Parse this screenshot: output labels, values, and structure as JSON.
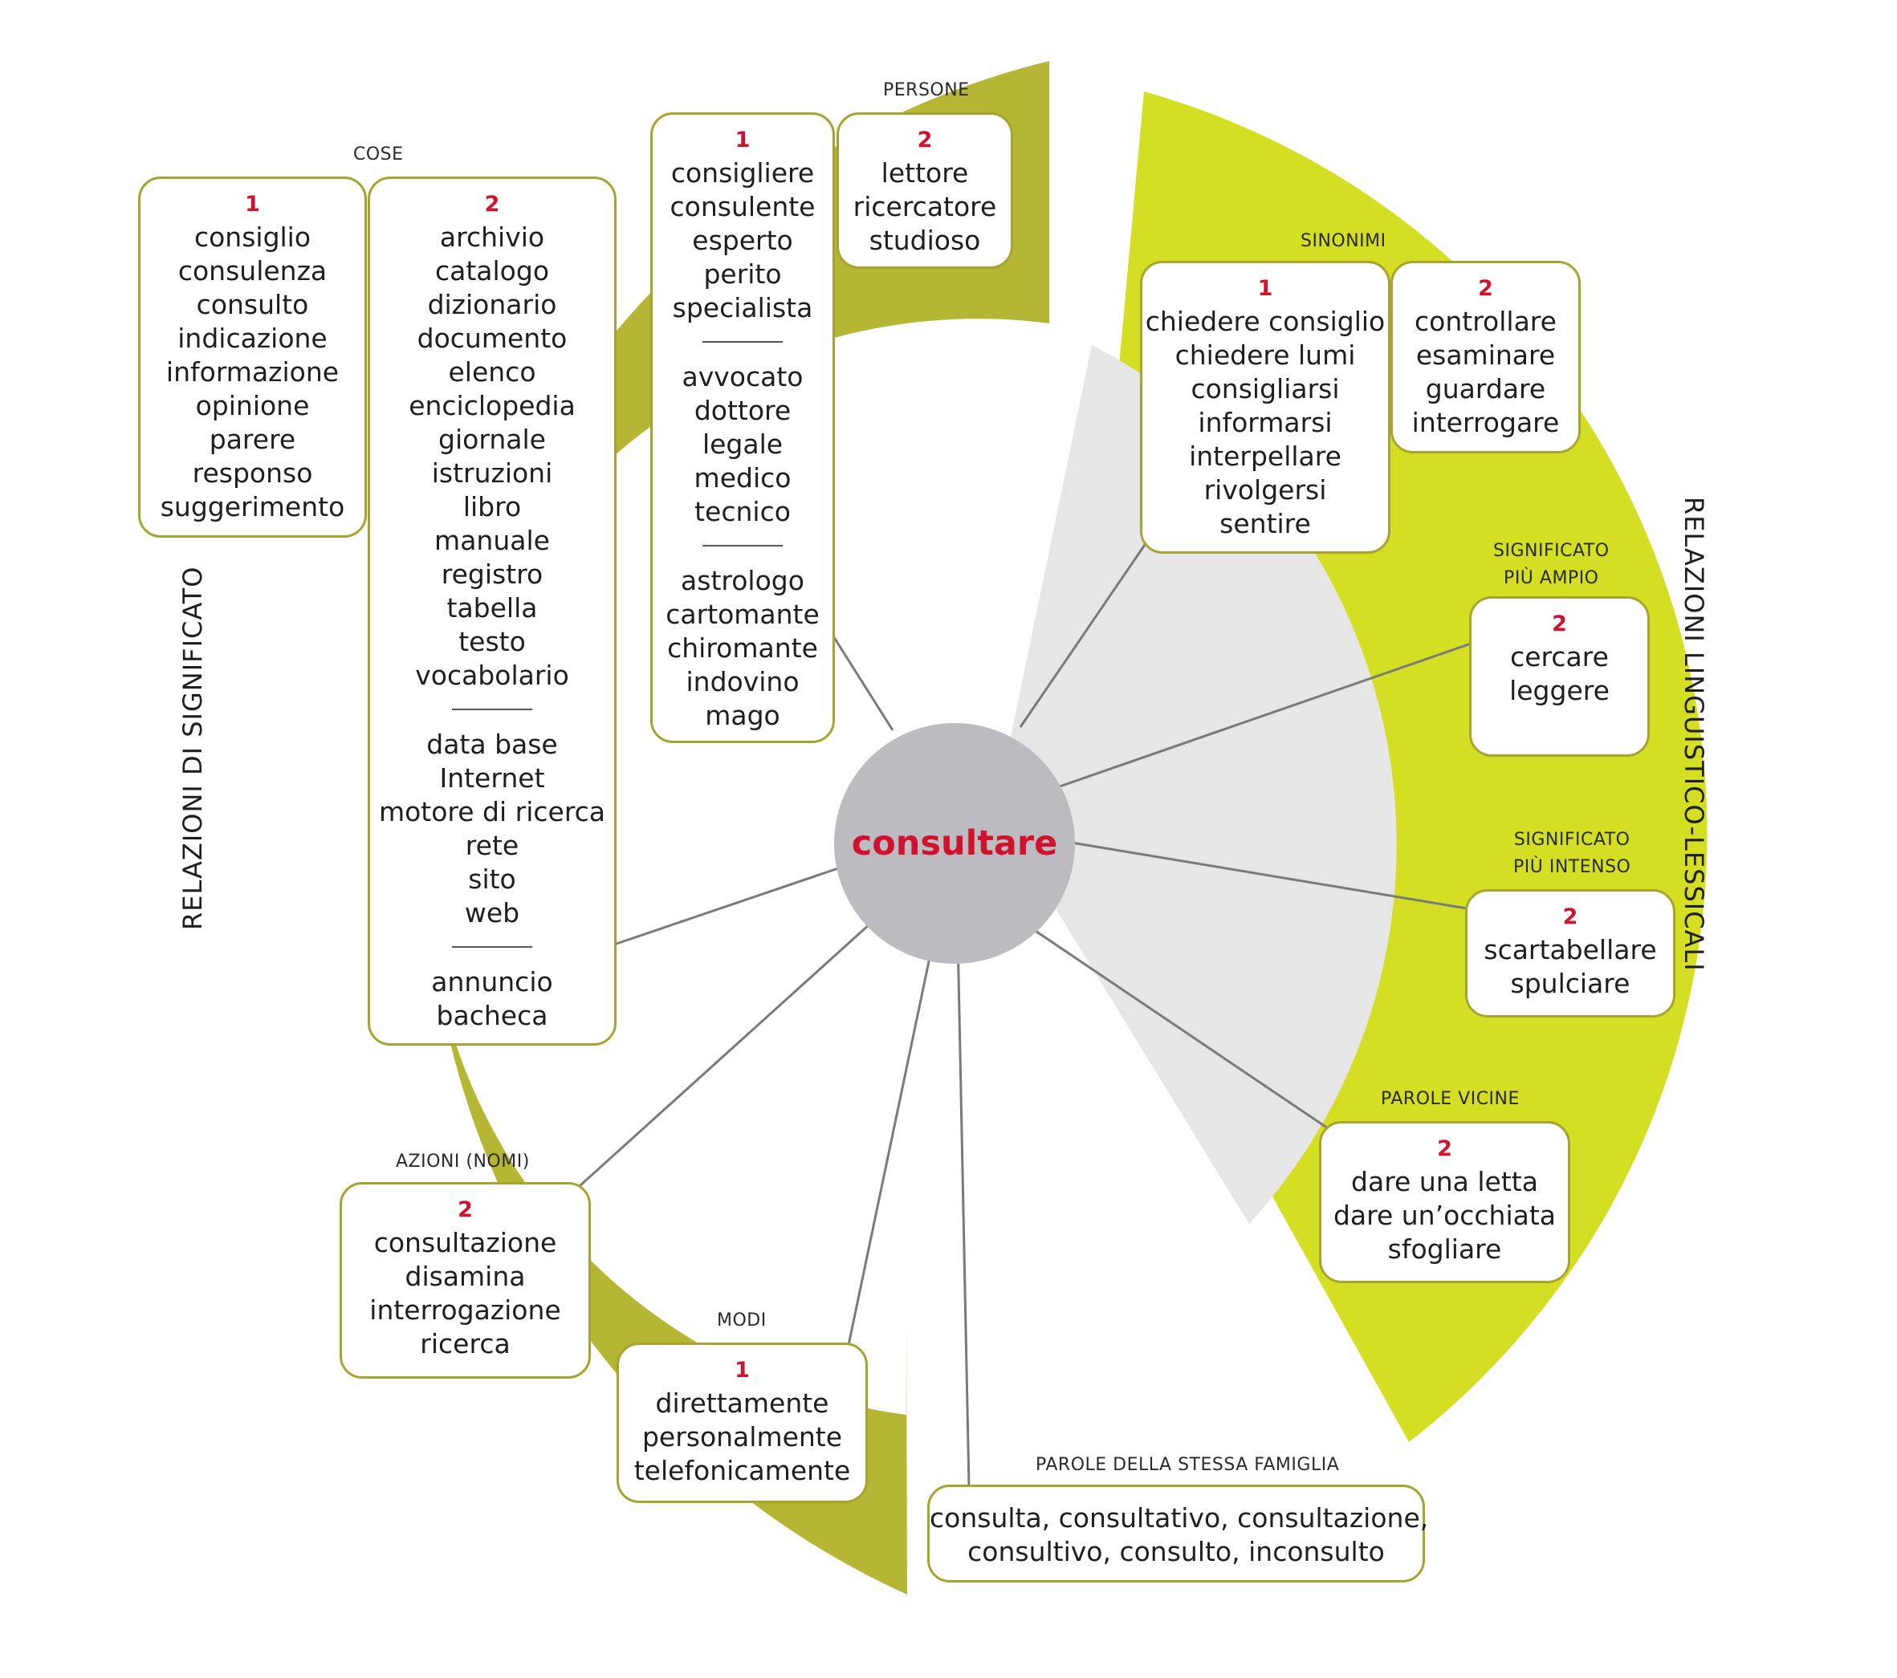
{
  "center": {
    "label": "consultare"
  },
  "left_title": "RELAZIONI DI SIGNIFICATO",
  "right_title": "RELAZIONI LINGUISTICO-LESSICALI",
  "colors": {
    "dark_olive": "#b6b635",
    "lime": "#d4df23",
    "light_gray": "#e6e6e6",
    "center_gray": "#bcbcc0",
    "accent_red": "#d0122f",
    "border_olive": "#a6a32e"
  },
  "sections": {
    "cose": {
      "label": "COSE",
      "box1": {
        "num": "1",
        "words": [
          "consiglio",
          "consulenza",
          "consulto",
          "indicazione",
          "informazione",
          "opinione",
          "parere",
          "responso",
          "suggerimento"
        ]
      },
      "box2": {
        "num": "2",
        "group1": [
          "archivio",
          "catalogo",
          "dizionario",
          "documento",
          "elenco",
          "enciclopedia",
          "giornale",
          "istruzioni",
          "libro",
          "manuale",
          "registro",
          "tabella",
          "testo",
          "vocabolario"
        ],
        "group2": [
          "data base",
          "Internet",
          "motore di ricerca",
          "rete",
          "sito",
          "web"
        ],
        "group3": [
          "annuncio",
          "bacheca"
        ]
      }
    },
    "persone": {
      "label": "PERSONE",
      "box1": {
        "num": "1",
        "group1": [
          "consigliere",
          "consulente",
          "esperto",
          "perito",
          "specialista"
        ],
        "group2": [
          "avvocato",
          "dottore",
          "legale",
          "medico",
          "tecnico"
        ],
        "group3": [
          "astrologo",
          "cartomante",
          "chiromante",
          "indovino",
          "mago"
        ]
      },
      "box2": {
        "num": "2",
        "words": [
          "lettore",
          "ricercatore",
          "studioso"
        ]
      }
    },
    "azioni": {
      "label": "AZIONI (NOMI)",
      "box": {
        "num": "2",
        "words": [
          "consultazione",
          "disamina",
          "interrogazione",
          "ricerca"
        ]
      }
    },
    "modi": {
      "label": "MODI",
      "box": {
        "num": "1",
        "words": [
          "direttamente",
          "personalmente",
          "telefonicamente"
        ]
      }
    },
    "famiglia": {
      "label": "PAROLE DELLA STESSA FAMIGLIA",
      "words": [
        "consulta, consultativo, consultazione,",
        "consultivo, consulto, inconsulto"
      ]
    },
    "sinonimi": {
      "label": "SINONIMI",
      "box1": {
        "num": "1",
        "words": [
          "chiedere consiglio",
          "chiedere lumi",
          "consigliarsi",
          "informarsi",
          "interpellare",
          "rivolgersi",
          "sentire"
        ]
      },
      "box2": {
        "num": "2",
        "words": [
          "controllare",
          "esaminare",
          "guardare",
          "interrogare"
        ]
      }
    },
    "ampio": {
      "label1": "SIGNIFICATO",
      "label2": "PIÙ AMPIO",
      "box": {
        "num": "2",
        "words": [
          "cercare",
          "leggere"
        ]
      }
    },
    "intenso": {
      "label1": "SIGNIFICATO",
      "label2": "PIÙ INTENSO",
      "box": {
        "num": "2",
        "words": [
          "scartabellare",
          "spulciare"
        ]
      }
    },
    "vicine": {
      "label": "PAROLE VICINE",
      "box": {
        "num": "2",
        "words": [
          "dare una letta",
          "dare un’occhiata",
          "sfogliare"
        ]
      }
    }
  }
}
